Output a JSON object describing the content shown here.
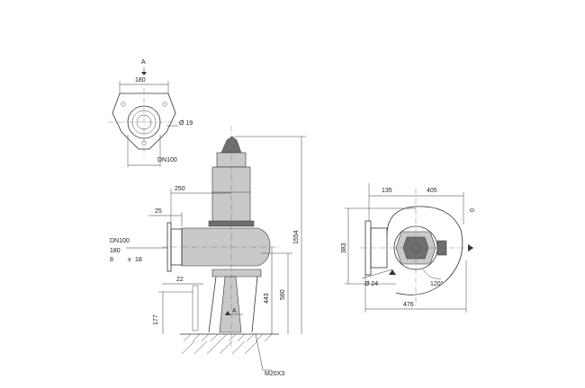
{
  "top_view": {
    "section_label": "A",
    "width_dim": "180",
    "hole_dim": "Ø 19",
    "pipe_label": "DN100"
  },
  "side_view": {
    "dim_250": "250",
    "dim_25": "25",
    "flange_dn": "DN100",
    "flange_pcd": "180",
    "flange_holes_count": "8",
    "flange_holes_x": "x",
    "flange_hole_dia": "18",
    "dim_22": "22",
    "dim_177": "177",
    "dim_443": "443",
    "dim_580": "580",
    "dim_1554": "1554",
    "section_marker": "A",
    "anchor_label": "M20X3"
  },
  "plan_view": {
    "dim_135": "135",
    "dim_405": "405",
    "dim_0": "0",
    "dim_383": "383",
    "hole_dim": "Ø 24",
    "angle": "120°",
    "dim_476": "476"
  }
}
